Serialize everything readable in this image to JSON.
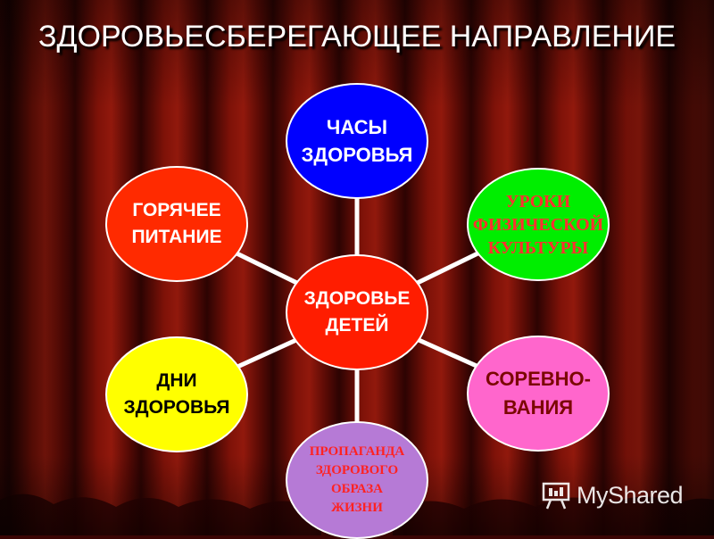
{
  "title": "ЗДОРОВЬЕСБЕРЕГАЮЩЕЕ НАПРАВЛЕНИЕ",
  "center": {
    "lines": [
      "ЗДОРОВЬЕ",
      "ДЕТЕЙ"
    ],
    "color": "#ff1d00"
  },
  "nodes": {
    "top": {
      "lines": [
        "ЧАСЫ",
        "ЗДОРОВЬЯ"
      ],
      "color": "#0000ff"
    },
    "upper_right": {
      "lines": [
        "УРОКИ",
        "ФИЗИЧЕСКОЙ",
        "КУЛЬТУРЫ"
      ],
      "color": "#00ee00"
    },
    "lower_right": {
      "lines": [
        "СОРЕВНО-",
        "ВАНИЯ"
      ],
      "color": "#ff66cc"
    },
    "bottom": {
      "lines": [
        "ПРОПАГАНДА",
        "ЗДОРОВОГО",
        "ОБРАЗА",
        "ЖИЗНИ"
      ],
      "color": "#b67ad6"
    },
    "lower_left": {
      "lines": [
        "ДНИ",
        "ЗДОРОВЬЯ"
      ],
      "color": "#ffff00"
    },
    "upper_left": {
      "lines": [
        "ГОРЯЧЕЕ",
        "ПИТАНИЕ"
      ],
      "color": "#ff2a00"
    }
  },
  "watermark": {
    "text": "MyShared",
    "icon": "presentation-board-icon"
  }
}
